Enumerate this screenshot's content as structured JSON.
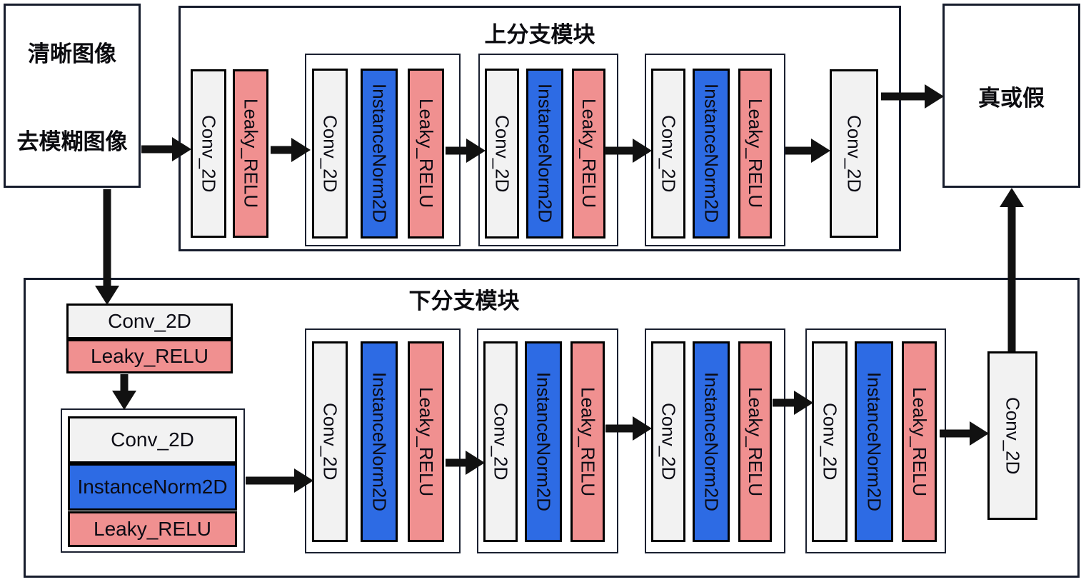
{
  "input_box": {
    "line1": "清晰图像",
    "line2": "去模糊图像"
  },
  "output_box": {
    "label": "真或假"
  },
  "upper_branch": {
    "title": "上分支模块",
    "sequence": [
      [
        "Conv_2D",
        "Leaky_RELU"
      ],
      [
        "Conv_2D",
        "InstanceNorm2D",
        "Leaky_RELU"
      ],
      [
        "Conv_2D",
        "InstanceNorm2D",
        "Leaky_RELU"
      ],
      [
        "Conv_2D",
        "InstanceNorm2D",
        "Leaky_RELU"
      ],
      [
        "Conv_2D"
      ]
    ]
  },
  "lower_branch": {
    "title": "下分支模块",
    "sequence": [
      [
        "Conv_2D",
        "Leaky_RELU"
      ],
      [
        "Conv_2D",
        "InstanceNorm2D",
        "Leaky_RELU"
      ],
      [
        "Conv_2D",
        "InstanceNorm2D",
        "Leaky_RELU"
      ],
      [
        "Conv_2D",
        "InstanceNorm2D",
        "Leaky_RELU"
      ],
      [
        "Conv_2D",
        "InstanceNorm2D",
        "Leaky_RELU"
      ],
      [
        "Conv_2D",
        "InstanceNorm2D",
        "Leaky_RELU"
      ],
      [
        "Conv_2D"
      ]
    ]
  },
  "colors": {
    "conv_bg": "#f2f2f2",
    "instancenorm_bg": "#2d6be4",
    "leaky_relu_bg": "#f09090",
    "arrow": "#111111",
    "outer_border": "#161c2c",
    "block_border": "#000000"
  }
}
